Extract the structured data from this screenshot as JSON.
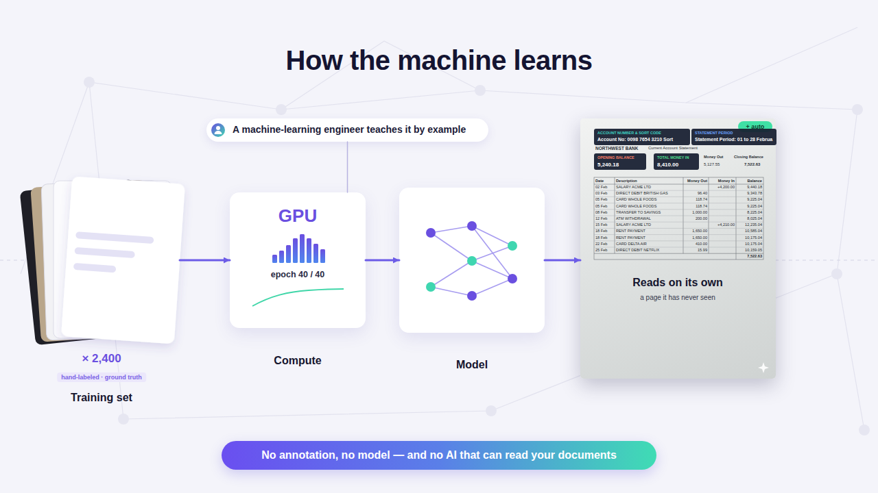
{
  "diagram": {
    "title": "How the machine learns",
    "caption": "No annotation, no model — and no AI that can read your documents",
    "nodes": [
      {
        "text": [
          "A machine-learning engineer teaches it by example"
        ]
      },
      {
        "text": [
          "× 2,400",
          "hand-labeled · ground truth",
          "Training set"
        ]
      },
      {
        "text": [
          "GPU",
          "epoch 40 / 40",
          "Compute"
        ]
      },
      {
        "text": [
          "Model"
        ]
      },
      {
        "text": [
          "Reads on its own",
          "a page it has never seen"
        ]
      },
      {
        "text": [
          "+ auto"
        ],
        "in": 4
      },
      {
        "text": [
          "ACCOUNT NUMBER & SORT CODE",
          "Account No: 0098 7654 3210 Sort"
        ],
        "in": 4
      },
      {
        "text": [
          "STATEMENT PERIOD",
          "Statement Period: 01 to 28 Februa"
        ],
        "in": 4
      },
      {
        "text": [
          "OPENING BALANCE",
          "5,240.18"
        ],
        "in": 4
      },
      {
        "text": [
          "TOTAL MONEY IN",
          "8,410.00"
        ],
        "in": 4
      }
    ],
    "edges": [
      {
        "from": 0,
        "to": 2,
        "arrow": "none"
      },
      {
        "from": 1,
        "to": 2,
        "arrow": "to"
      },
      {
        "from": 2,
        "to": 3,
        "arrow": "to"
      },
      {
        "from": 3,
        "to": 4,
        "arrow": "to"
      }
    ],
    "labels": [
      "NORTHWEST BANK",
      "Current Account Statement",
      "Money Out",
      "Closing Balance",
      "5,127.55",
      "7,522.63",
      "Date",
      "Description",
      "Money Out",
      "Money In",
      "Balance",
      "02 Feb",
      "SALARY ACME LTD",
      "+4,200.00",
      "9,440.18",
      "03 Feb",
      "DIRECT DEBIT BRITISH GAS",
      "96.40",
      "9,343.78",
      "05 Feb",
      "CARD WHOLE FOODS",
      "118.74",
      "9,225.04",
      "05 Feb",
      "CARD WHOLE FOODS",
      "118.74",
      "9,225.04",
      "08 Feb",
      "TRANSFER TO SAVINGS",
      "1,000.00",
      "8,225.04",
      "12 Feb",
      "ATM WITHDRAWAL",
      "200.00",
      "8,025.04",
      "15 Feb",
      "SALARY ACME LTD",
      "+4,210.00",
      "12,235.04",
      "18 Feb",
      "RENT PAYMENT",
      "1,650.00",
      "10,585.04",
      "18 Feb",
      "RENT PAYMENT",
      "1,650.00",
      "10,175.04",
      "22 Feb",
      "CARD DELTA AIR",
      "410.00",
      "10,175.04",
      "25 Feb",
      "DIRECT DEBIT NETFLIX",
      "15.99",
      "10,159.05",
      "7,522.63"
    ]
  }
}
